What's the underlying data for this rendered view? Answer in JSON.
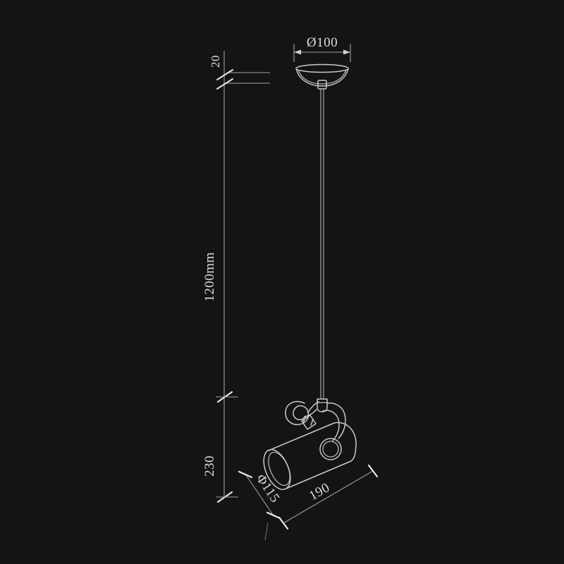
{
  "drawing": {
    "title": "Pendant Spotlight Dimension Drawing",
    "background_color": "#141414",
    "line_color": "#c9c9c9",
    "dimension_color": "#9f9f9f",
    "text_color": "#dcdcdc",
    "units": "mm"
  },
  "dimensions": {
    "canopy_diameter": "Ø100",
    "ceiling_thickness": "20",
    "suspension_length": "1200mm",
    "head_height": "230",
    "shade_diameter": "Φ115",
    "shade_length": "190"
  },
  "parts": {
    "ceiling_plane": "ceiling-line",
    "canopy": "ceiling-canopy-dome",
    "canopy_connector": "canopy-square-connector",
    "cord": "suspension-cord",
    "yoke": "hook-yoke-bracket",
    "knob": "adjuster-knob",
    "cylinder": "spotlight-cylinder-body",
    "aperture": "spotlight-front-aperture"
  }
}
